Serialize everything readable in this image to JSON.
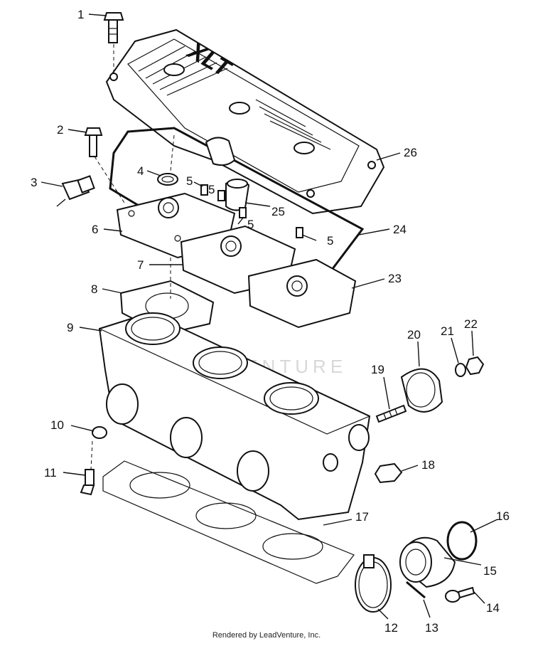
{
  "callouts": [
    "1",
    "2",
    "3",
    "4",
    "5",
    "5",
    "5",
    "5",
    "6",
    "7",
    "8",
    "9",
    "10",
    "11",
    "12",
    "13",
    "14",
    "15",
    "16",
    "17",
    "18",
    "19",
    "20",
    "21",
    "22",
    "23",
    "24",
    "25",
    "26"
  ],
  "cover_text": "XLT",
  "watermark": "LEADVENTURE",
  "footer": "Rendered by LeadVenture, Inc."
}
